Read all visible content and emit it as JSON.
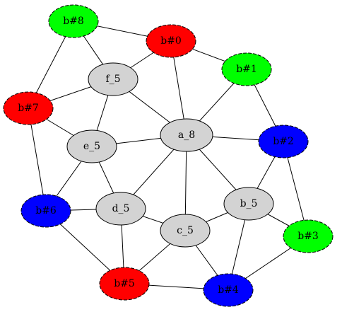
{
  "graph": {
    "colors": {
      "red": "#ff0000",
      "green": "#00ff00",
      "blue": "#0000ff",
      "gray": "#d3d3d3",
      "edge": "#000000",
      "background": "#ffffff"
    },
    "nodes": [
      {
        "id": "b0",
        "label": "b#0",
        "fill": "red",
        "dashed": true
      },
      {
        "id": "b1",
        "label": "b#1",
        "fill": "green",
        "dashed": true
      },
      {
        "id": "b2",
        "label": "b#2",
        "fill": "blue",
        "dashed": true
      },
      {
        "id": "b3",
        "label": "b#3",
        "fill": "green",
        "dashed": true
      },
      {
        "id": "b4",
        "label": "b#4",
        "fill": "blue",
        "dashed": true
      },
      {
        "id": "b5",
        "label": "b#5",
        "fill": "red",
        "dashed": true
      },
      {
        "id": "b6",
        "label": "b#6",
        "fill": "blue",
        "dashed": true
      },
      {
        "id": "b7",
        "label": "b#7",
        "fill": "red",
        "dashed": true
      },
      {
        "id": "b8",
        "label": "b#8",
        "fill": "green",
        "dashed": true
      },
      {
        "id": "a8",
        "label": "a_8",
        "fill": "gray",
        "dashed": false
      },
      {
        "id": "b_5",
        "label": "b_5",
        "fill": "gray",
        "dashed": false
      },
      {
        "id": "c5",
        "label": "c_5",
        "fill": "gray",
        "dashed": false
      },
      {
        "id": "d5",
        "label": "d_5",
        "fill": "gray",
        "dashed": false
      },
      {
        "id": "e5",
        "label": "e_5",
        "fill": "gray",
        "dashed": false
      },
      {
        "id": "f5",
        "label": "f_5",
        "fill": "gray",
        "dashed": false
      }
    ],
    "edges": [
      [
        "b8",
        "b0"
      ],
      [
        "b8",
        "f5"
      ],
      [
        "b8",
        "b7"
      ],
      [
        "b0",
        "b1"
      ],
      [
        "b0",
        "f5"
      ],
      [
        "b0",
        "a8"
      ],
      [
        "b1",
        "a8"
      ],
      [
        "b1",
        "b2"
      ],
      [
        "f5",
        "b7"
      ],
      [
        "f5",
        "e5"
      ],
      [
        "f5",
        "a8"
      ],
      [
        "b7",
        "e5"
      ],
      [
        "b7",
        "b6"
      ],
      [
        "a8",
        "e5"
      ],
      [
        "a8",
        "b2"
      ],
      [
        "a8",
        "d5"
      ],
      [
        "a8",
        "c5"
      ],
      [
        "a8",
        "b_5"
      ],
      [
        "b2",
        "b_5"
      ],
      [
        "b2",
        "b3"
      ],
      [
        "e5",
        "b6"
      ],
      [
        "e5",
        "d5"
      ],
      [
        "b6",
        "d5"
      ],
      [
        "b6",
        "b5"
      ],
      [
        "d5",
        "c5"
      ],
      [
        "d5",
        "b5"
      ],
      [
        "b_5",
        "c5"
      ],
      [
        "b_5",
        "b3"
      ],
      [
        "b_5",
        "b4"
      ],
      [
        "c5",
        "b5"
      ],
      [
        "c5",
        "b4"
      ],
      [
        "b3",
        "b4"
      ],
      [
        "b5",
        "b4"
      ]
    ]
  }
}
